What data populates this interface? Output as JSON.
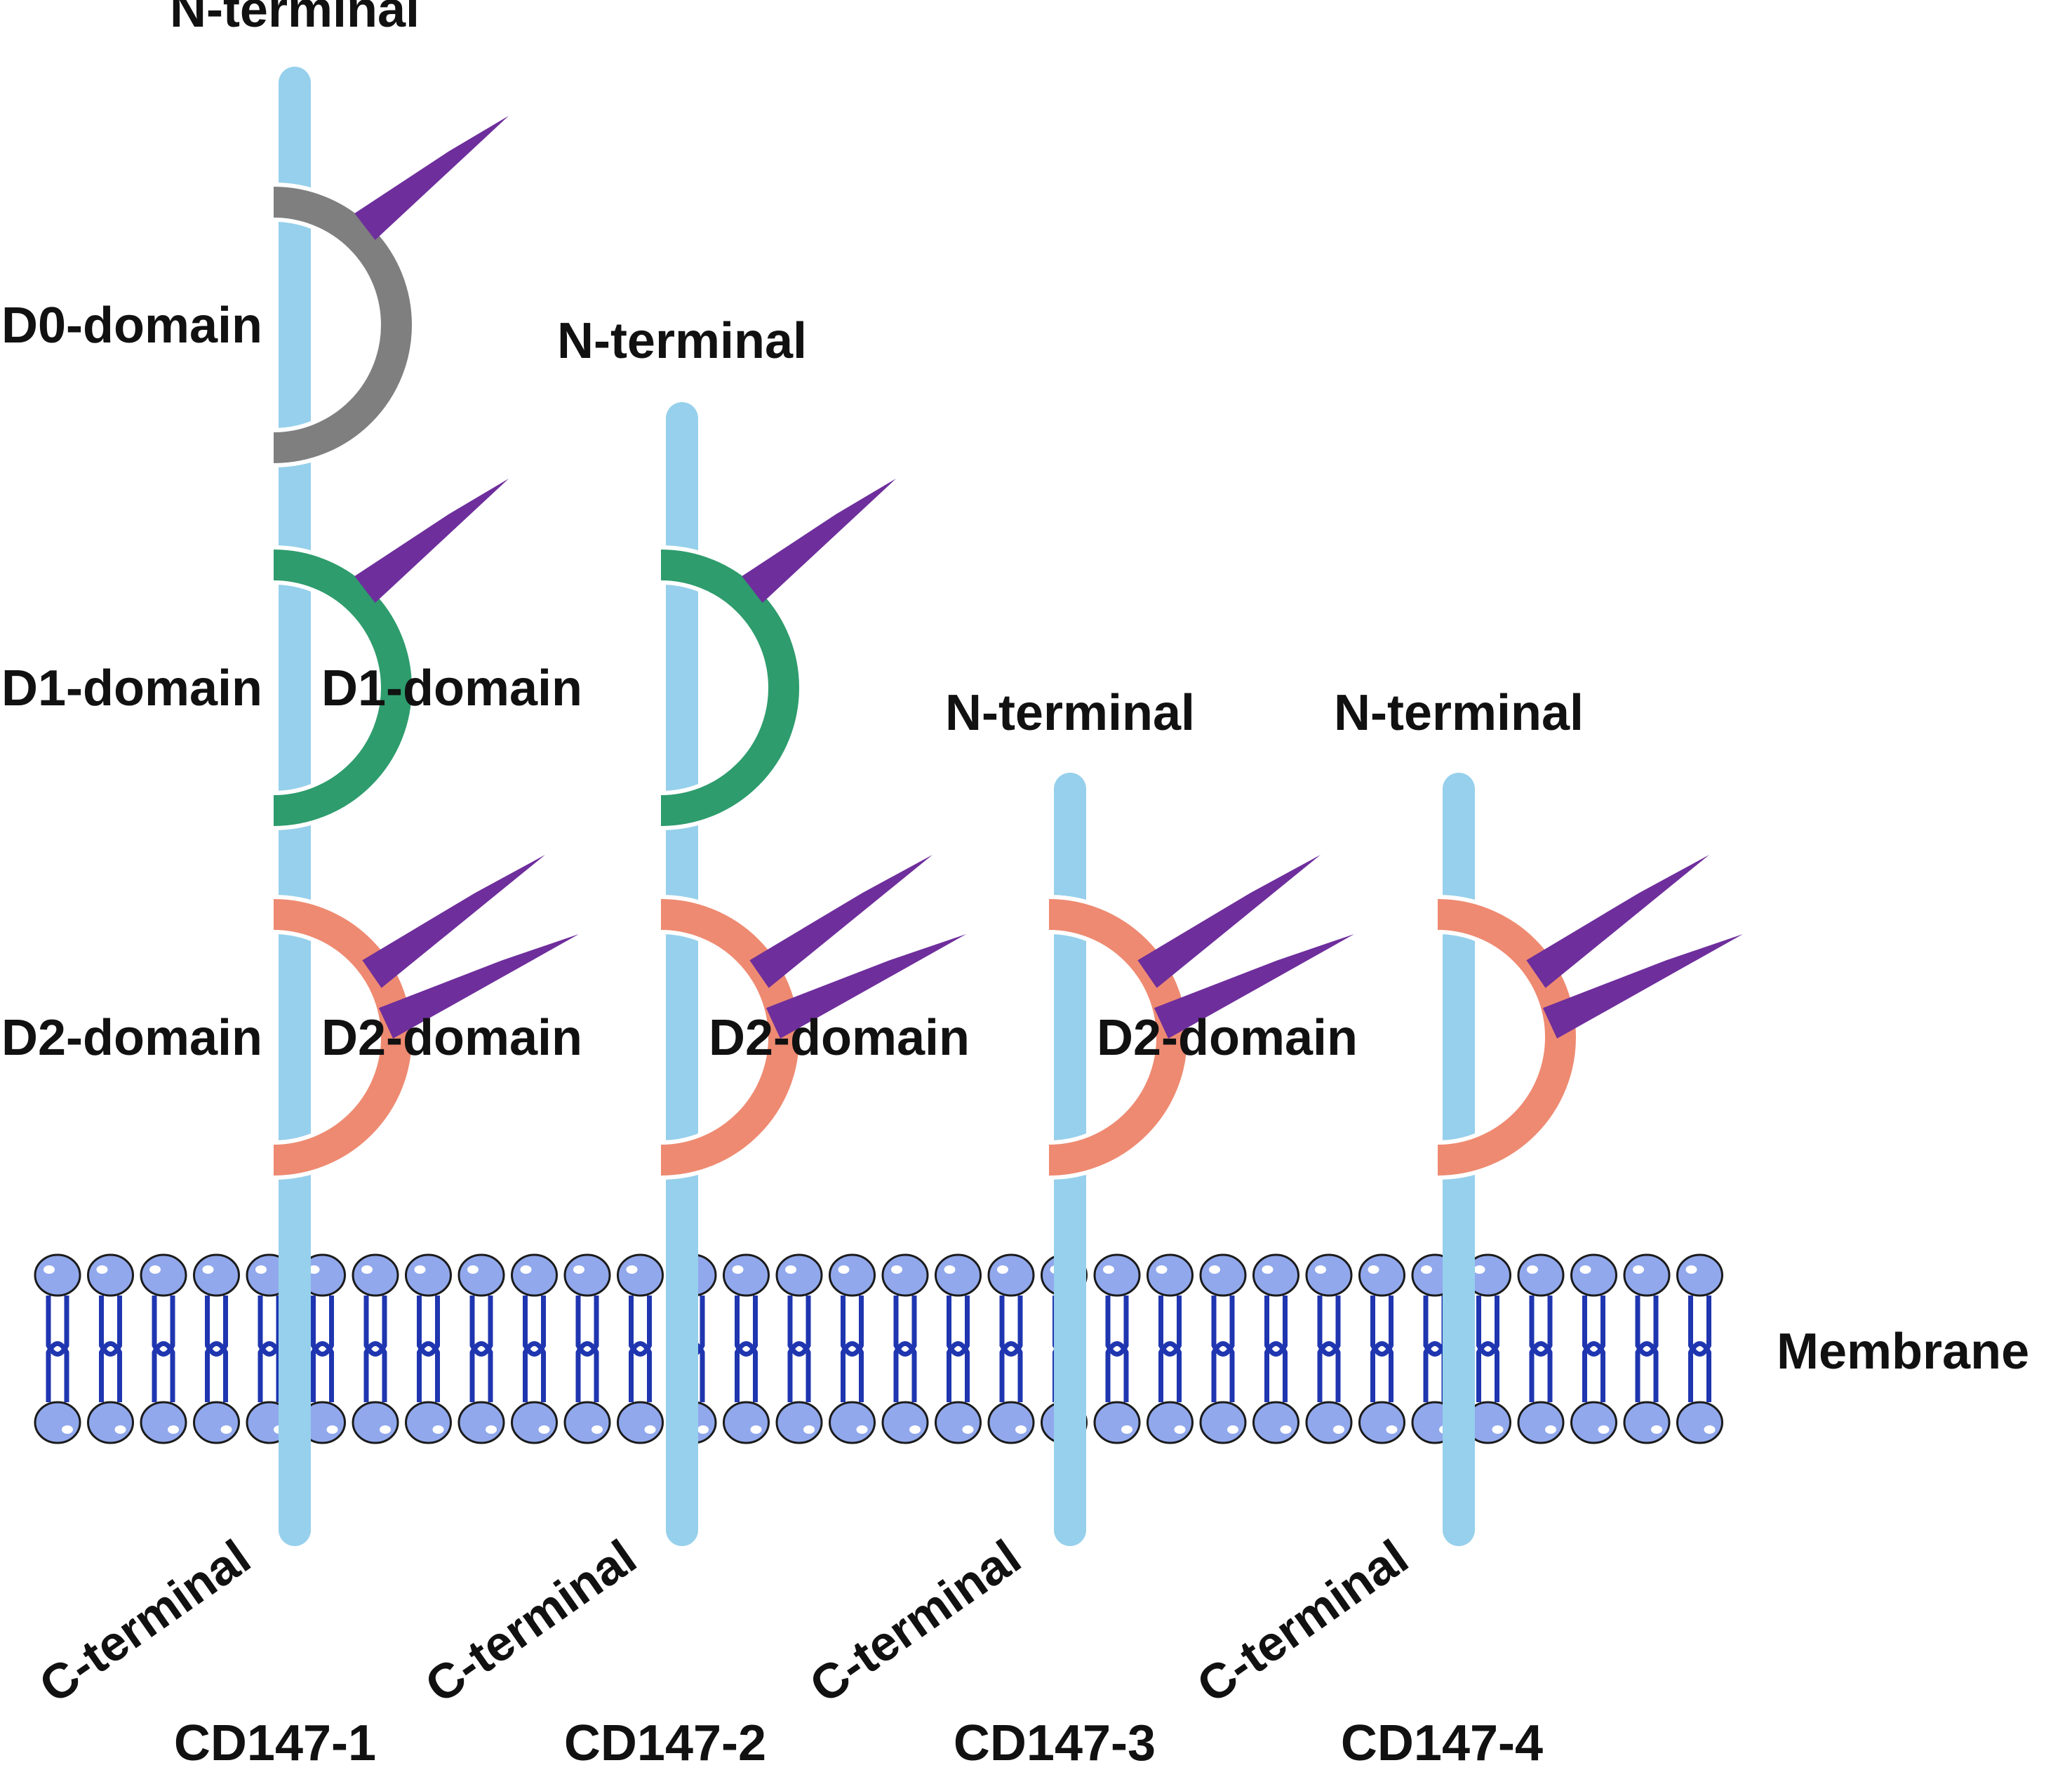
{
  "colors": {
    "chain": "#96D0EC",
    "glycan": "#6E2E9C",
    "d0": "#7F7F7F",
    "d1": "#2E9C6D",
    "d2": "#EE8A71",
    "lipid_head": "#91A8EC",
    "lipid_tail": "#1F36B0"
  },
  "membrane": {
    "label": "Membrane"
  },
  "isoforms": [
    {
      "name": "CD147-1",
      "n_terminal": "N-terminal",
      "c_terminal": "C-terminal",
      "domains": [
        {
          "id": "d0",
          "label": "D0-domain",
          "glycans": 1
        },
        {
          "id": "d1",
          "label": "D1-domain",
          "glycans": 1
        },
        {
          "id": "d2",
          "label": "D2-domain",
          "glycans": 2
        }
      ]
    },
    {
      "name": "CD147-2",
      "n_terminal": "N-terminal",
      "c_terminal": "C-terminal",
      "domains": [
        {
          "id": "d1",
          "label": "D1-domain",
          "glycans": 1
        },
        {
          "id": "d2",
          "label": "D2-domain",
          "glycans": 2
        }
      ]
    },
    {
      "name": "CD147-3",
      "n_terminal": "N-terminal",
      "c_terminal": "C-terminal",
      "domains": [
        {
          "id": "d2",
          "label": "D2-domain",
          "glycans": 2
        }
      ]
    },
    {
      "name": "CD147-4",
      "n_terminal": "N-terminal",
      "c_terminal": "C-terminal",
      "domains": [
        {
          "id": "d2",
          "label": "D2-domain",
          "glycans": 2
        }
      ]
    }
  ]
}
